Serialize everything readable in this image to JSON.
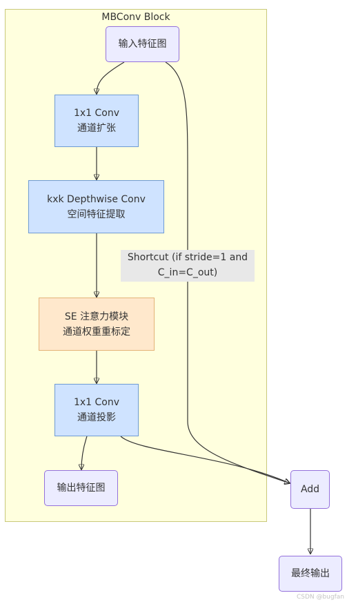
{
  "cluster": {
    "title": "MBConv Block"
  },
  "nodes": {
    "input": {
      "label": "输入特征图"
    },
    "conv1": {
      "line1": "1x1 Conv",
      "line2": "通道扩张"
    },
    "dwconv": {
      "line1": "kxk Depthwise Conv",
      "line2": "空间特征提取"
    },
    "se": {
      "line1": "SE 注意力模块",
      "line2": "通道权重重标定"
    },
    "conv2": {
      "line1": "1x1 Conv",
      "line2": "通道投影"
    },
    "output": {
      "label": "输出特征图"
    },
    "add": {
      "label": "Add"
    },
    "final": {
      "label": "最终输出"
    }
  },
  "edge_labels": {
    "shortcut": {
      "line1": "Shortcut (if stride=1 and",
      "line2": "C_in=C_out)"
    }
  },
  "watermark": "CSDN @bugfan"
}
